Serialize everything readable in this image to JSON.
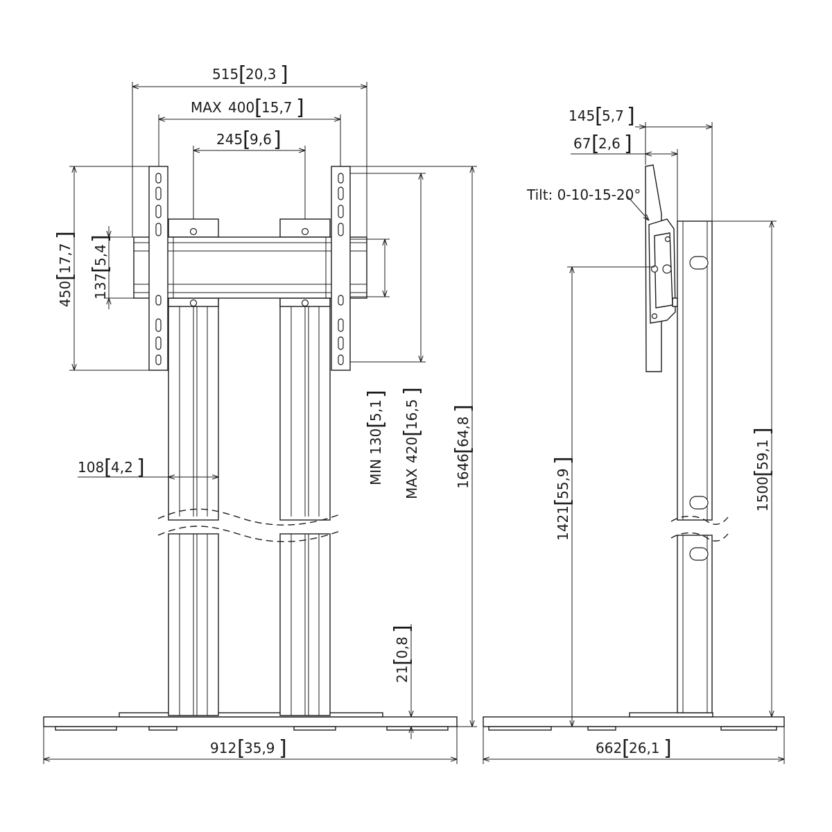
{
  "front_view": {
    "width_overall": {
      "mm": "515",
      "inch": "20,3"
    },
    "max_hole_width": {
      "prefix": "MAX",
      "mm": "400",
      "inch": "15,7"
    },
    "bracket_spacing": {
      "mm": "245",
      "inch": "9,6"
    },
    "bracket_height": {
      "mm": "450",
      "inch": "17,7"
    },
    "crossbar_height": {
      "mm": "137",
      "inch": "5,4"
    },
    "min_hole_height": {
      "prefix": "MIN",
      "mm": "130",
      "inch": "5,1"
    },
    "max_hole_height": {
      "prefix": "MAX",
      "mm": "420",
      "inch": "16,5"
    },
    "total_height": {
      "mm": "1646",
      "inch": "64,8"
    },
    "column_width": {
      "mm": "108",
      "inch": "4,2"
    },
    "base_plate_height": {
      "mm": "21",
      "inch": "0,8"
    },
    "base_width": {
      "mm": "912",
      "inch": "35,9"
    }
  },
  "side_view": {
    "depth_overall": {
      "mm": "145",
      "inch": "5,7"
    },
    "bracket_depth": {
      "mm": "67",
      "inch": "2,6"
    },
    "tilt": "Tilt: 0-10-15-20°",
    "center_height": {
      "mm": "1421",
      "inch": "55,9"
    },
    "column_height": {
      "mm": "1500",
      "inch": "59,1"
    },
    "base_depth": {
      "mm": "662",
      "inch": "26,1"
    }
  }
}
